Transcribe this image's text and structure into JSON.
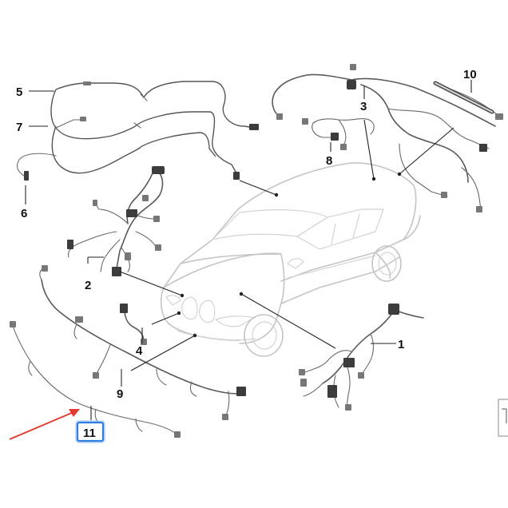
{
  "figure": {
    "callouts": [
      {
        "id": "c1",
        "label": "1"
      },
      {
        "id": "c2",
        "label": "2"
      },
      {
        "id": "c3",
        "label": "3"
      },
      {
        "id": "c4",
        "label": "4"
      },
      {
        "id": "c5",
        "label": "5"
      },
      {
        "id": "c6",
        "label": "6"
      },
      {
        "id": "c7",
        "label": "7"
      },
      {
        "id": "c8",
        "label": "8"
      },
      {
        "id": "c9",
        "label": "9"
      },
      {
        "id": "c10",
        "label": "10"
      },
      {
        "id": "c11",
        "label": "11"
      }
    ],
    "highlighted_callout": "11",
    "colors": {
      "wire": "#5a5a5a",
      "car_outline": "#c4c4c4",
      "highlight": "#2f7de1",
      "arrow": "#e23b2e"
    }
  }
}
